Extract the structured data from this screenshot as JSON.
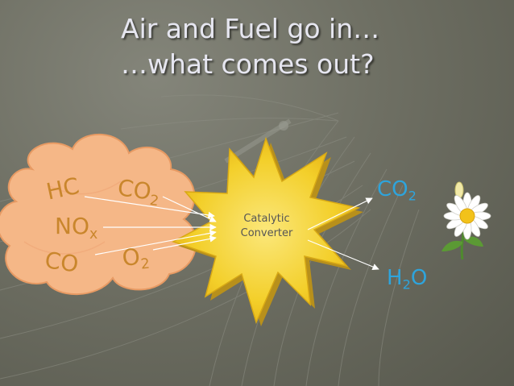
{
  "title": {
    "line1": "Air and Fuel go in…",
    "line2": "…what comes out?"
  },
  "inputs": [
    {
      "main": "HC",
      "sub": ""
    },
    {
      "main": "CO",
      "sub": "2"
    },
    {
      "main": "NO",
      "sub": "x"
    },
    {
      "main": "CO",
      "sub": ""
    },
    {
      "main": "O",
      "sub": "2"
    }
  ],
  "converter": {
    "line1": "Catalytic",
    "line2": "Converter"
  },
  "outputs": [
    {
      "main": "CO",
      "sub": "2"
    },
    {
      "main": "H",
      "sub": "2",
      "tail": "O"
    }
  ],
  "icons": {
    "cloud": "smog-cloud-icon",
    "converter": "starburst-icon",
    "flower": "daisy-icon"
  },
  "colors": {
    "cloud_fill": "#f5b787",
    "cloud_text": "#c9862c",
    "burst_fill": "#f4d12e",
    "output_text": "#2ea4dc",
    "title_text": "#e6e6f0",
    "arrow": "#ffffff"
  }
}
